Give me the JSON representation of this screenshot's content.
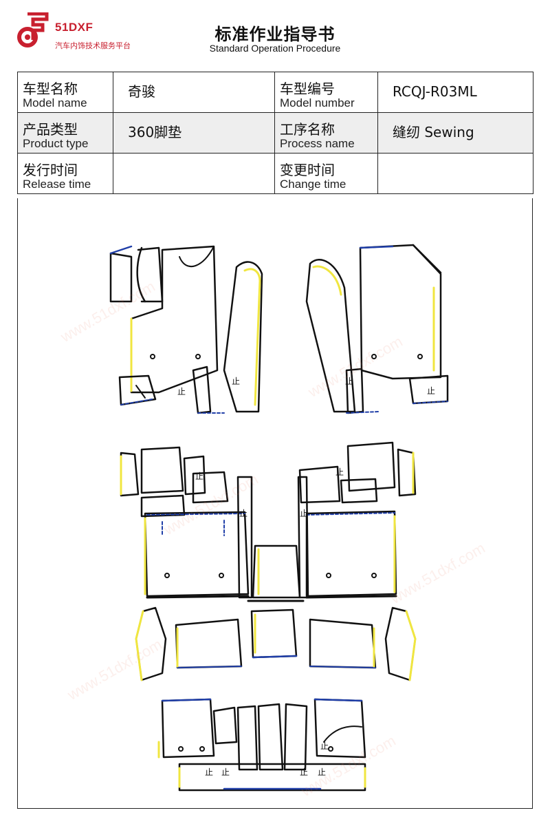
{
  "header": {
    "logo_text": "51DXF",
    "logo_subtitle": "汽车内饰技术服务平台",
    "title": "标准作业指导书",
    "subtitle": "Standard Operation Procedure"
  },
  "info_table": {
    "model_name_cn": "车型名称",
    "model_name_en": "Model name",
    "model_name_value": "奇骏",
    "model_number_cn": "车型编号",
    "model_number_en": "Model number",
    "model_number_value": "RCQJ-R03ML",
    "product_type_cn": "产品类型",
    "product_type_en": "Product type",
    "product_type_value": "360脚垫",
    "process_name_cn": "工序名称",
    "process_name_en": "Process name",
    "process_name_value": "缝纫 Sewing",
    "release_time_cn": "发行时间",
    "release_time_en": "Release time",
    "release_time_value": "",
    "change_time_cn": "变更时间",
    "change_time_en": "Change time",
    "change_time_value": ""
  },
  "drawing": {
    "stop_mark": "止",
    "colors": {
      "outline": "#111111",
      "seam_yellow": "#f0e640",
      "edge_blue": "#1f3ea8",
      "brand_red": "#c8202f"
    }
  },
  "watermark": "www.51dxf.com"
}
